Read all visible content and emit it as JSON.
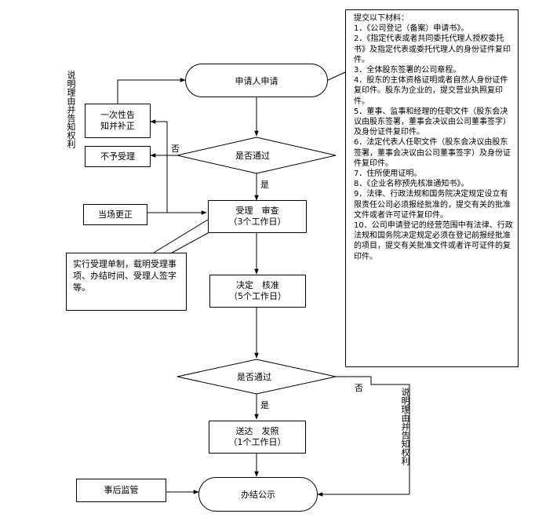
{
  "diagram": {
    "applicant": "申请人申请",
    "correct_once": [
      "一次性告",
      "知并补正"
    ],
    "reject": "不予受理",
    "on_site_correct": "当场更正",
    "pass_check_1": "是否通过",
    "no_label_1": "否",
    "yes_label_1": "是",
    "accept_review": [
      "受理　审查",
      "（3个工作日）"
    ],
    "accept_note": "实行受理单制，载明受理事项、办结时间、受理人签字等。",
    "decision": [
      "决定　核准",
      "（5个工作日）"
    ],
    "pass_check_2": "是否通过",
    "no_label_2": "否",
    "yes_label_2": "是",
    "deliver": [
      "送达　发照",
      "（1个工作日）"
    ],
    "post_supervision": "事后监管",
    "complete": "办结公示",
    "explain_left": "说明理由并告知权利",
    "explain_right": "说明理由并告知权利",
    "materials": [
      "提交以下材料：",
      "1．《公司登记（备案）申请书》。",
      "2．《指定代表或者共同委托代理人授权委托书》及指定代表或委托代理人的身份证件复印件。",
      "3．全体股东签署的公司章程。",
      "4．股东的主体资格证明或者自然人身份证件复印件。股东为企业的，提交营业执照复印件。",
      "5．董事、监事和经理的任职文件（股东会决议由股东签署，董事会决议由公司董事签字）及身份证件复印件。",
      "6．法定代表人任职文件（股东会决议由股东签署，董事会决议由公司董事签字）及身份证件复印件。",
      "7．住所使用证明。",
      "8．《企业名称预先核准通知书》。",
      "9．法律、行政法规和国务院决定规定设立有限责任公司必须报经批准的，提交有关的批准文件或者许可证件复印件。",
      "10．公司申请登记的经营范围中有法律、行政法规和国务院决定规定必须在登记前报经批准的项目，提交有关批准文件或者许可证件的复印件。"
    ]
  }
}
